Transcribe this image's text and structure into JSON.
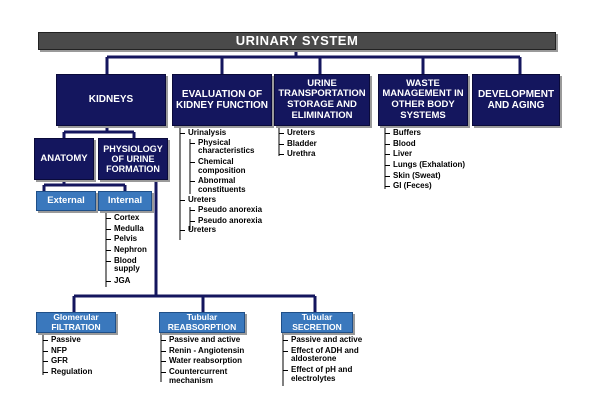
{
  "title": "URINARY SYSTEM",
  "colors": {
    "title_bg": "#4a4a4a",
    "primary_box": "#14165e",
    "secondary_box": "#3a78bd",
    "connector": "#14165e"
  },
  "top_nodes": {
    "kidneys": "KIDNEYS",
    "evaluation": "EVALUATION OF KIDNEY FUNCTION",
    "urine_transport": "URINE TRANSPORTATION STORAGE AND ELIMINATION",
    "waste": "WASTE MANAGEMENT IN OTHER BODY SYSTEMS",
    "development": "DEVELOPMENT AND AGING"
  },
  "kidney_branches": {
    "anatomy": "ANATOMY",
    "physiology": "PHYSIOLOGY OF URINE FORMATION",
    "external": "External",
    "internal": "Internal"
  },
  "internal_items": [
    "Cortex",
    "Medulla",
    "Pelvis",
    "Nephron",
    "Blood supply",
    "JGA"
  ],
  "evaluation_items": {
    "urinalysis": "Urinalysis",
    "urinalysis_sub": [
      "Physical characteristics",
      "Chemical composition",
      "Abnormal constituents"
    ],
    "ureters": "Ureters",
    "ureters_sub": [
      "Pseudo anorexia",
      "Pseudo anorexia"
    ],
    "ureters_2": "Ureters"
  },
  "urine_transport_items": [
    "Ureters",
    "Bladder",
    "Urethra"
  ],
  "waste_items": [
    "Buffers",
    "Blood",
    "Liver",
    "Lungs (Exhalation)",
    "Skin (Sweat)",
    "GI (Feces)"
  ],
  "physiology_children": {
    "glomerular": {
      "label": "Glomerular FILTRATION",
      "items": [
        "Passive",
        "NFP",
        "GFR",
        "Regulation"
      ]
    },
    "tubular_reabsorption": {
      "label": "Tubular REABSORPTION",
      "items": [
        "Passive and active",
        "Renin - Angiotensin",
        "Water reabsorption",
        "Countercurrent mechanism"
      ]
    },
    "tubular_secretion": {
      "label": "Tubular SECRETION",
      "items": [
        "Passive and active",
        "Effect of ADH and aldosterone",
        "Effect of pH and electrolytes"
      ]
    }
  }
}
